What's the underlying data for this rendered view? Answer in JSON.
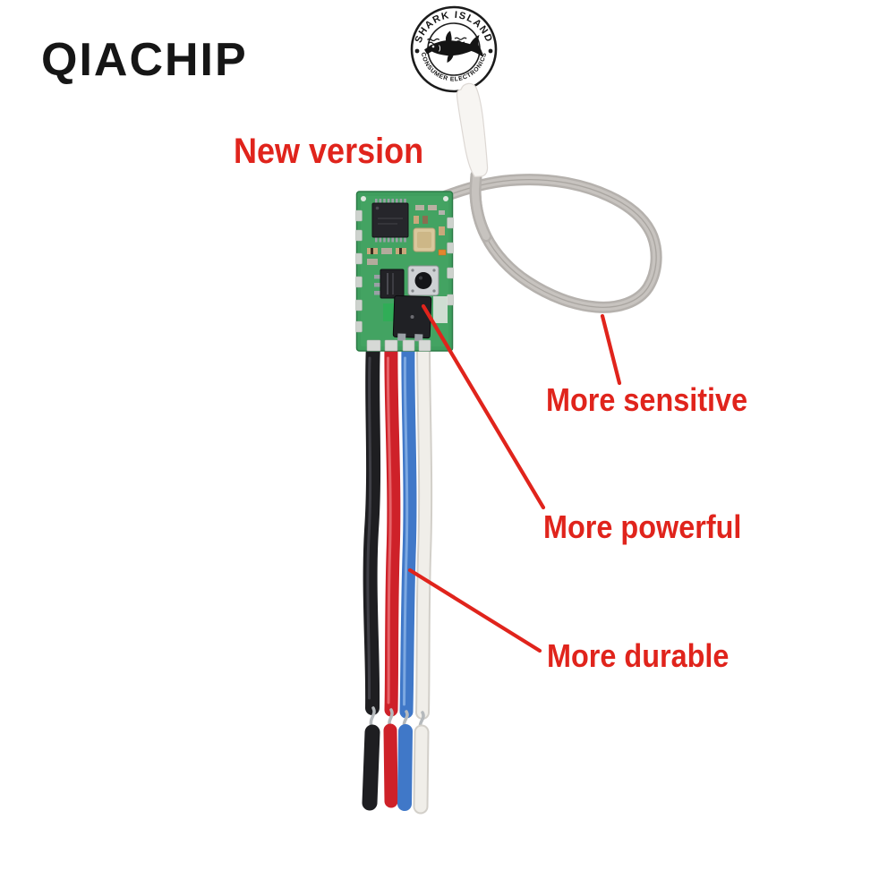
{
  "brand": {
    "logo_text": "QIACHIP"
  },
  "badge": {
    "top_text": "SHARK ISLAND",
    "bottom_text": "CONSUMER ELECTRONICS",
    "icon": "shark-icon"
  },
  "annotations": {
    "version_label": "New version",
    "callouts": [
      {
        "label": "More sensitive",
        "points_to": "antenna cable"
      },
      {
        "label": "More powerful",
        "points_to": "power mosfet on pcb"
      },
      {
        "label": "More durable",
        "points_to": "output wires"
      }
    ]
  },
  "product": {
    "wire_colors": [
      "black",
      "red",
      "blue",
      "white"
    ]
  },
  "colors": {
    "annotation_red": "#e0241c",
    "logo_black": "#161616",
    "pcb_green": "#3f9e5e",
    "antenna_grey": "#b5b1ad",
    "wire_black": "#1e1e21",
    "wire_red": "#ce2129",
    "wire_blue": "#4078c8",
    "wire_white": "#f0eee9"
  }
}
